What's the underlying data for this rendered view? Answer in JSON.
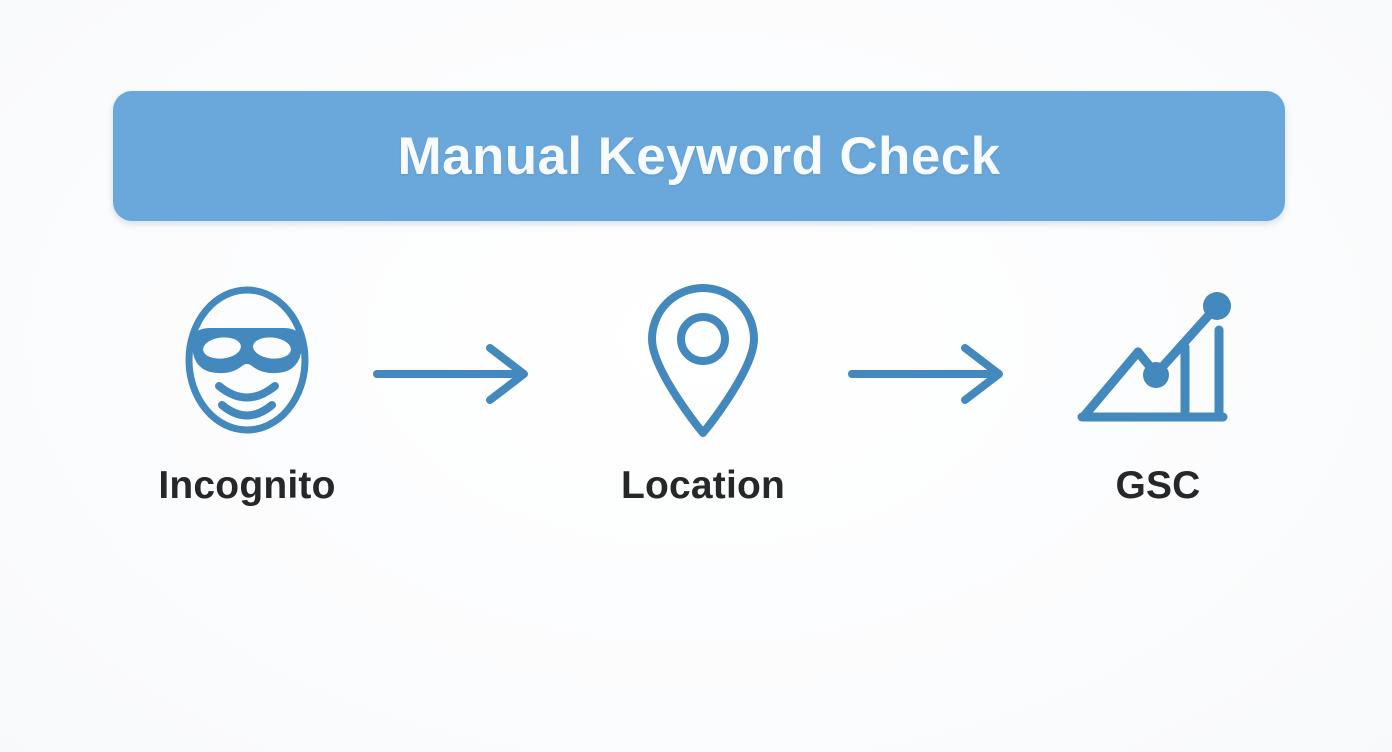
{
  "page": {
    "background_color": "#fafbfc",
    "accent_blue": "#6aa8dc",
    "icon_blue": "#4389bd",
    "label_color": "#262729",
    "title_color": "#f7fbff"
  },
  "header": {
    "title": "Manual Keyword Check"
  },
  "steps": [
    {
      "id": "incognito",
      "label": "Incognito",
      "icon_name": "incognito-mask-icon"
    },
    {
      "id": "location",
      "label": "Location",
      "icon_name": "location-pin-icon"
    },
    {
      "id": "gsc",
      "label": "GSC",
      "icon_name": "growth-chart-icon"
    }
  ],
  "connectors": [
    {
      "id": "arrow-1",
      "icon_name": "arrow-right-icon"
    },
    {
      "id": "arrow-2",
      "icon_name": "arrow-right-icon"
    }
  ]
}
